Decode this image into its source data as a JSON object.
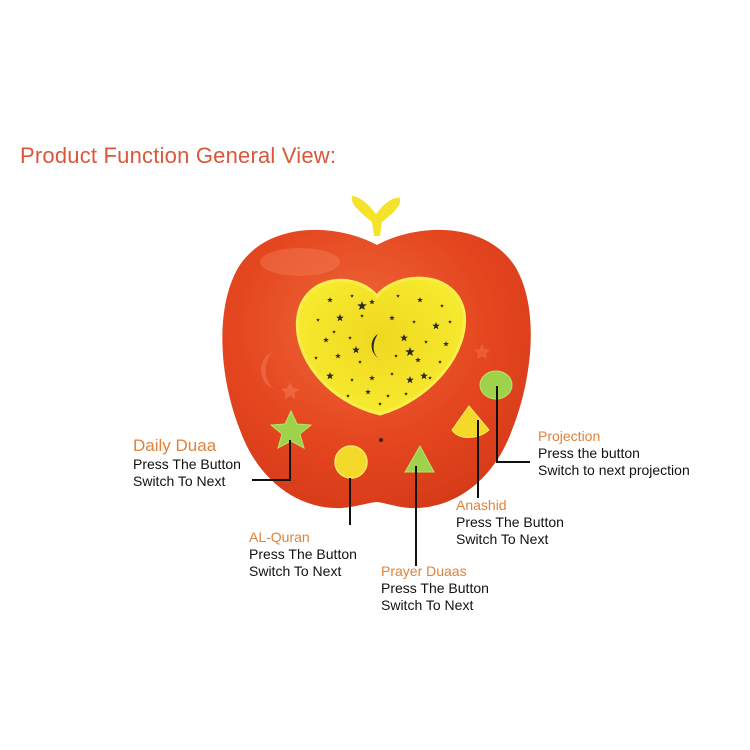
{
  "page": {
    "title": "Product Function General View:"
  },
  "colors": {
    "apple_body": "#e4401d",
    "apple_light": "#ef6a3d",
    "stem": "#f5e22a",
    "window": "#f7ec2c",
    "window_inner": "#eed51f",
    "button_green": "#9ed24a",
    "button_yellow": "#f4d82a",
    "heading_orange": "#e0823c",
    "title_red": "#d9573b"
  },
  "callouts": {
    "daily_duaa": {
      "heading": "Daily Duaa",
      "line1": "Press The Button",
      "line2": "Switch To Next"
    },
    "al_quran": {
      "heading": "AL-Quran",
      "line1": "Press The Button",
      "line2": "Switch To Next"
    },
    "prayer_duaas": {
      "heading": "Prayer Duaas",
      "line1": "Press The Button",
      "line2": "Switch To Next"
    },
    "anashid": {
      "heading": "Anashid",
      "line1": "Press The Button",
      "line2": "Switch To Next"
    },
    "projection": {
      "heading": "Projection",
      "line1": "Press the button",
      "line2": "Switch to next projection"
    }
  },
  "icons": {
    "star_button": "star-icon",
    "circle_button": "circle-icon",
    "triangle_button": "triangle-icon",
    "fan_button": "fan-shape-icon",
    "oval_button": "oval-icon",
    "moon": "crescent-moon-icon"
  }
}
